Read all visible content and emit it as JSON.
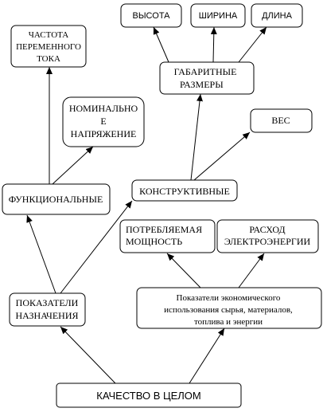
{
  "nodes": {
    "quality_overall": "КАЧЕСТВО В ЦЕЛОМ",
    "purpose_indicators": [
      "ПОКАЗАТЕЛИ",
      "НАЗНАЧЕНИЯ"
    ],
    "economic_indicators": [
      "Показатели экономического",
      "использования сырья, материалов,",
      "топлива и энергии"
    ],
    "functional": "ФУНКЦИОНАЛЬНЫЕ",
    "constructive": "КОНСТРУКТИВНЫЕ",
    "power_consumption": [
      "ПОТРЕБЛЯЕМАЯ",
      "МОЩНОСТЬ"
    ],
    "electricity_consumption": [
      "РАСХОД",
      "ЭЛЕКТРОЭНЕРГИИ"
    ],
    "ac_frequency": [
      "ЧАСТОТА",
      "ПЕРЕМЕННОГО",
      "ТОКА"
    ],
    "rated_voltage": [
      "НОМИНАЛЬНО",
      "Е",
      "НАПРЯЖЕНИЕ"
    ],
    "dimensions": [
      "ГАБАРИТНЫЕ",
      "РАЗМЕРЫ"
    ],
    "weight": "ВЕС",
    "height": "ВЫСОТА",
    "width": "ШИРИНА",
    "length": "ДЛИНА"
  },
  "colors": {
    "stroke": "#000000",
    "background": "#ffffff"
  }
}
